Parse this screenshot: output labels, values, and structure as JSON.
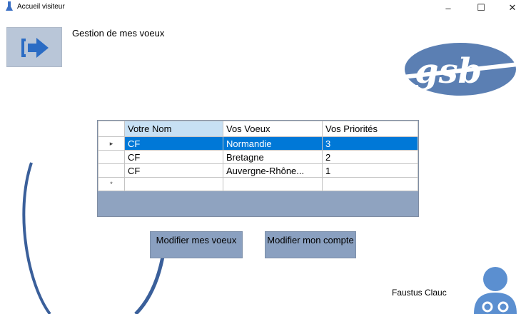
{
  "window": {
    "title": "Accueil visiteur",
    "minimize": "–",
    "maximize": "☐",
    "close": "✕"
  },
  "header": {
    "title": "Gestion de mes voeux"
  },
  "logo": {
    "text": "gsb"
  },
  "grid": {
    "columns": [
      "Votre Nom",
      "Vos Voeux",
      "Vos Priorités"
    ],
    "rows": [
      {
        "marker": "▸",
        "nom": "CF",
        "voeu": "Normandie",
        "priorite": "3"
      },
      {
        "marker": "",
        "nom": "CF",
        "voeu": "Bretagne",
        "priorite": "2"
      },
      {
        "marker": "",
        "nom": "CF",
        "voeu": "Auvergne-Rhône...",
        "priorite": "1"
      },
      {
        "marker": "*",
        "nom": "",
        "voeu": "",
        "priorite": ""
      }
    ],
    "selected_row": 0
  },
  "buttons": {
    "modifier_voeux": "Modifier mes voeux",
    "modifier_compte": "Modifier mon compte"
  },
  "user": {
    "name": "Faustus Clauc"
  },
  "colors": {
    "accent": "#0078d7",
    "button": "#8aa0c0",
    "logo": "#5b7fb3"
  }
}
